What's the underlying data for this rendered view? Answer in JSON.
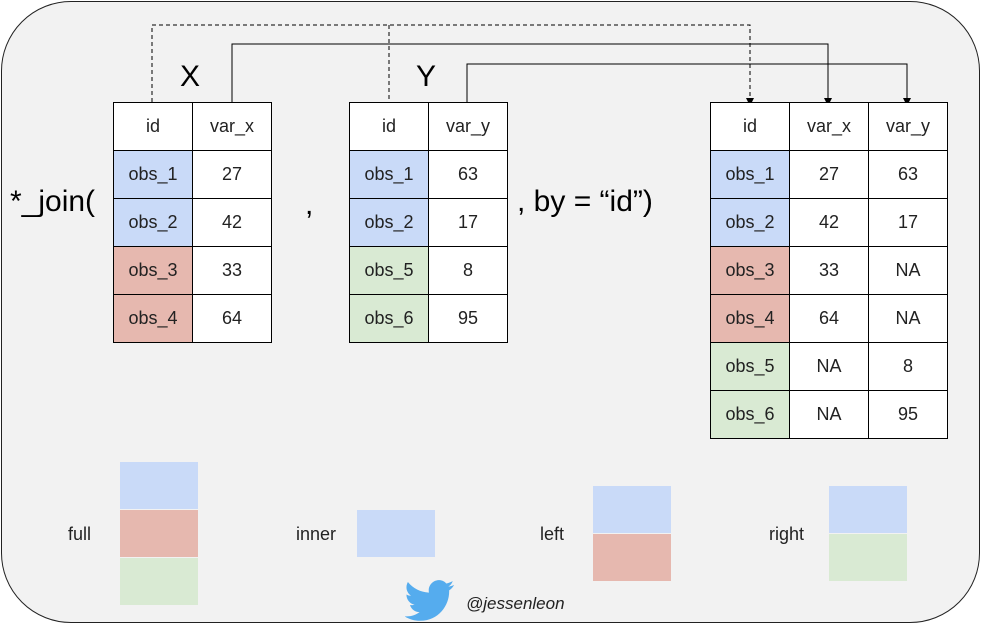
{
  "colors": {
    "matched": "#c9daf8",
    "x_only": "#e6b8af",
    "y_only": "#d9ead3",
    "background": "#f2f2f2",
    "twitter": "#55acee"
  },
  "table_x": {
    "title": "X",
    "header": [
      "id",
      "var_x"
    ],
    "rows": [
      {
        "id": "obs_1",
        "val": "27",
        "color": "blue"
      },
      {
        "id": "obs_2",
        "val": "42",
        "color": "blue"
      },
      {
        "id": "obs_3",
        "val": "33",
        "color": "red"
      },
      {
        "id": "obs_4",
        "val": "64",
        "color": "red"
      }
    ]
  },
  "table_y": {
    "title": "Y",
    "header": [
      "id",
      "var_y"
    ],
    "rows": [
      {
        "id": "obs_1",
        "val": "63",
        "color": "blue"
      },
      {
        "id": "obs_2",
        "val": "17",
        "color": "blue"
      },
      {
        "id": "obs_5",
        "val": "8",
        "color": "green"
      },
      {
        "id": "obs_6",
        "val": "95",
        "color": "green"
      }
    ]
  },
  "table_result": {
    "header": [
      "id",
      "var_x",
      "var_y"
    ],
    "rows": [
      {
        "id": "obs_1",
        "x": "27",
        "y": "63",
        "color": "blue"
      },
      {
        "id": "obs_2",
        "x": "42",
        "y": "17",
        "color": "blue"
      },
      {
        "id": "obs_3",
        "x": "33",
        "y": "NA",
        "color": "red"
      },
      {
        "id": "obs_4",
        "x": "64",
        "y": "NA",
        "color": "red"
      },
      {
        "id": "obs_5",
        "x": "NA",
        "y": "8",
        "color": "green"
      },
      {
        "id": "obs_6",
        "x": "NA",
        "y": "95",
        "color": "green"
      }
    ]
  },
  "formula": {
    "prefix": "*_join(",
    "comma": ",",
    "suffix": ", by = “id”)"
  },
  "legend": [
    {
      "label": "full",
      "colors": [
        "blue",
        "red",
        "green"
      ]
    },
    {
      "label": "inner",
      "colors": [
        "blue"
      ]
    },
    {
      "label": "left",
      "colors": [
        "blue",
        "red"
      ]
    },
    {
      "label": "right",
      "colors": [
        "blue",
        "green"
      ]
    }
  ],
  "credit": {
    "icon": "twitter-bird-icon",
    "handle": "@jessenleon"
  }
}
